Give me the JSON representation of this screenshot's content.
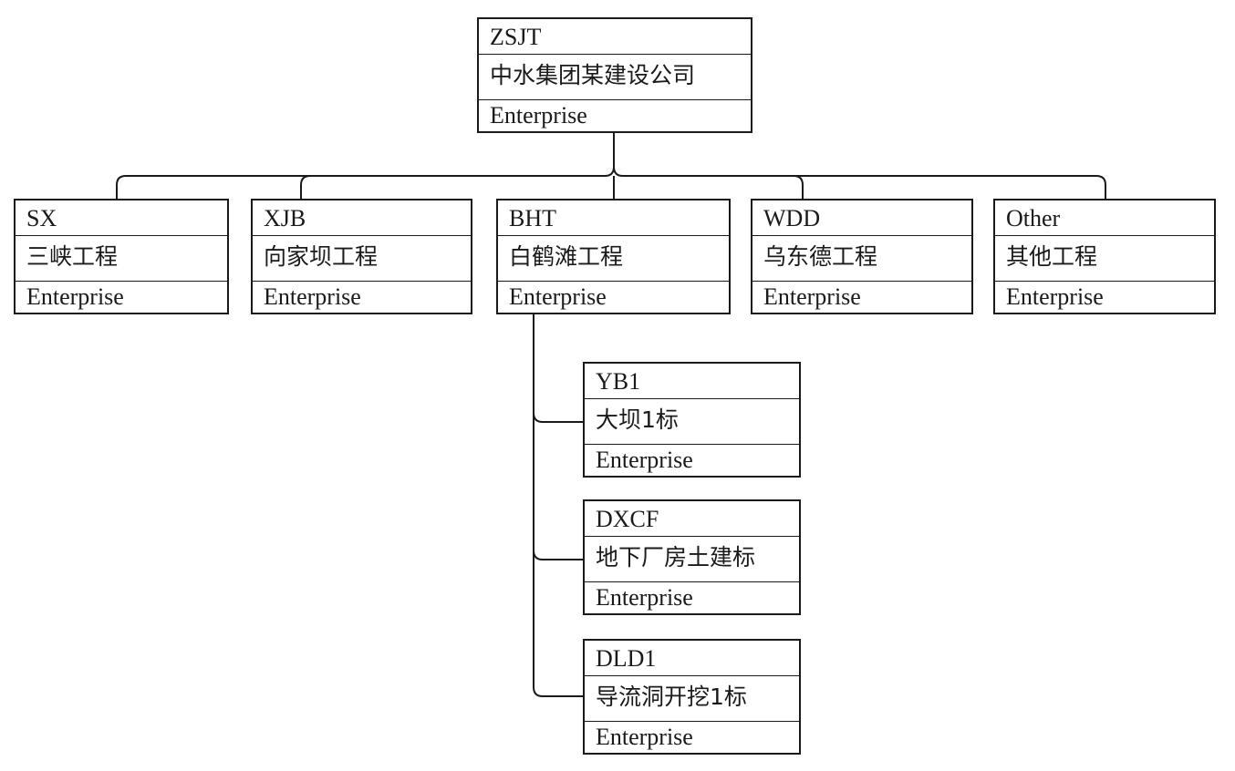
{
  "root": {
    "code": "ZSJT",
    "name": "中水集团某建设公司",
    "type": "Enterprise"
  },
  "level1": [
    {
      "code": "SX",
      "name": "三峡工程",
      "type": "Enterprise"
    },
    {
      "code": "XJB",
      "name": "向家坝工程",
      "type": "Enterprise"
    },
    {
      "code": "BHT",
      "name": "白鹤滩工程",
      "type": "Enterprise"
    },
    {
      "code": "WDD",
      "name": "乌东德工程",
      "type": "Enterprise"
    },
    {
      "code": "Other",
      "name": "其他工程",
      "type": "Enterprise"
    }
  ],
  "bht_children": [
    {
      "code": "YB1",
      "name": "大坝1标",
      "type": "Enterprise"
    },
    {
      "code": "DXCF",
      "name": "地下厂房土建标",
      "type": "Enterprise"
    },
    {
      "code": "DLD1",
      "name": "导流洞开挖1标",
      "type": "Enterprise"
    }
  ]
}
